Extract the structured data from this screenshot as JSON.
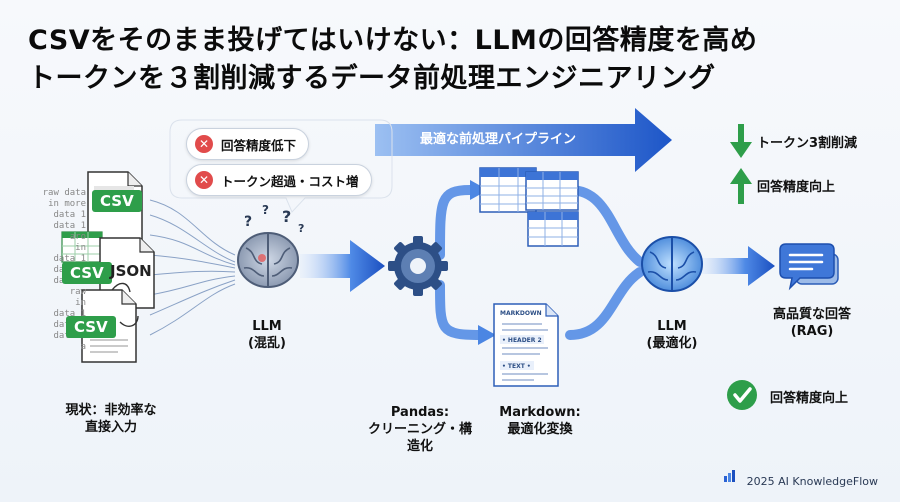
{
  "title": {
    "line1": "CSVをそのまま投げてはいけない：LLMの回答精度を高め",
    "line2": "トークンを３割削減するデータ前処理エンジニアリング"
  },
  "problems": {
    "accuracy_drop": "回答精度低下",
    "token_cost": "トークン超過・コスト増"
  },
  "pipeline_arrow": "最適な前処理パイプライン",
  "left_files": {
    "csv1": "CSV",
    "csv2": "CSV",
    "json": "JSON",
    "csv3": "CSV"
  },
  "raw_text": [
    "raw data",
    "in more",
    "data 1",
    "data 1",
    "aro",
    "in",
    "data 1",
    "data 1",
    "data 1",
    "raw",
    "in",
    "data 1",
    "data 1",
    "data 1",
    "a"
  ],
  "labels": {
    "current": "現状：非効率な\n直接入力",
    "llm_confused": "LLM\n(混乱)",
    "pandas": "Pandas:\nクリーニング・構\n造化",
    "markdown": "Markdown:\n最適化変換",
    "llm_optimized": "LLM\n(最適化)",
    "rag": "高品質な回答\n(RAG)"
  },
  "md_doc": {
    "heading": "MARKDOWN",
    "header2": "• HEADER 2",
    "text": "• TEXT •"
  },
  "benefits": {
    "token_reduce": "トークン3割削減",
    "accuracy_up": "回答精度向上",
    "accuracy_up_check": "回答精度向上"
  },
  "footer": "2025 AI KnowledgeFlow",
  "colors": {
    "blue": "#1f5fd1",
    "green": "#2e9e4a",
    "red": "#e14b4b"
  }
}
